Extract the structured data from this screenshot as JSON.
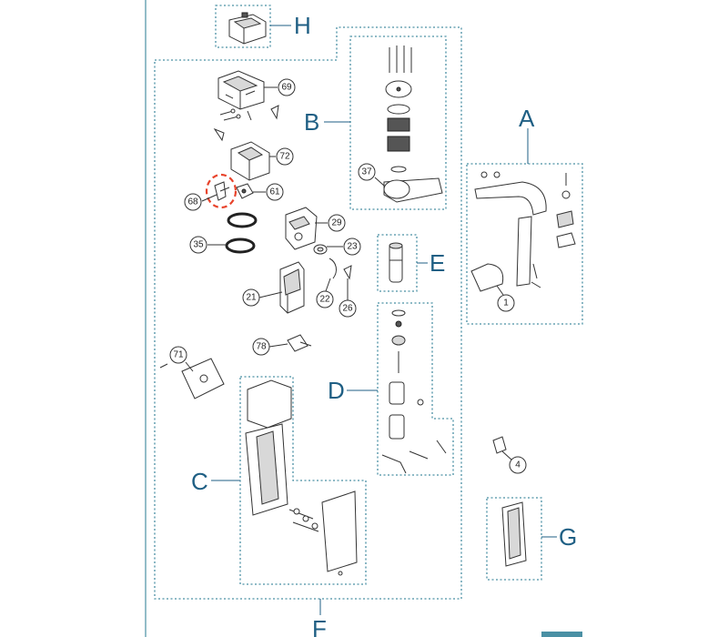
{
  "groups": {
    "A": "A",
    "B": "B",
    "C": "C",
    "D": "D",
    "E": "E",
    "F": "F",
    "G": "G",
    "H": "H"
  },
  "callouts": {
    "c69": "69",
    "c72": "72",
    "c68": "68",
    "c61": "61",
    "c35": "35",
    "c29": "29",
    "c23": "23",
    "c21": "21",
    "c22": "22",
    "c26": "26",
    "c78": "78",
    "c71": "71",
    "c37": "37",
    "c1": "1",
    "c4": "4"
  },
  "colors": {
    "group_border": "#4a90a4",
    "group_label": "#1f5f84",
    "highlight": "#e8442c",
    "page_rule": "#4a90a4"
  }
}
